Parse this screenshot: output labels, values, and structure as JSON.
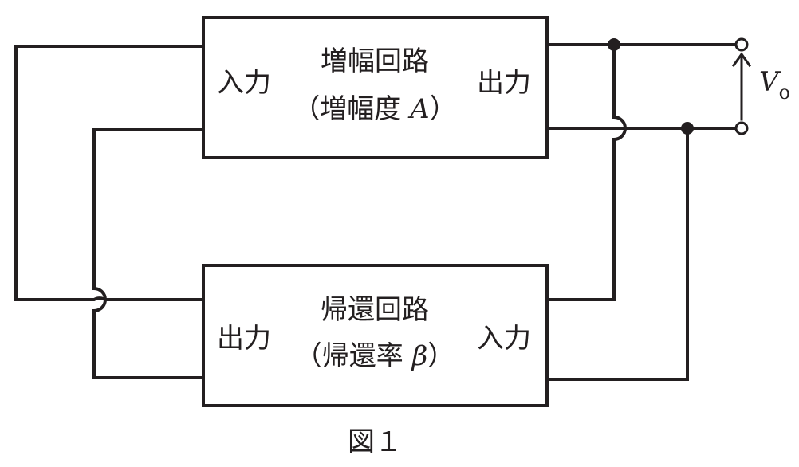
{
  "amplifier": {
    "title": "増幅回路",
    "subtitle_open": "（増幅度 ",
    "symbol": "A",
    "subtitle_close": "）",
    "input_label": "入力",
    "output_label": "出力"
  },
  "feedback": {
    "title": "帰還回路",
    "subtitle_open": "（帰還率 ",
    "symbol": "β",
    "subtitle_close": "）",
    "input_label": "入力",
    "output_label": "出力"
  },
  "output_voltage": {
    "symbol": "V",
    "subscript": "o"
  },
  "figure_caption": "図１",
  "colors": {
    "line": "#231f20",
    "background": "#ffffff"
  }
}
